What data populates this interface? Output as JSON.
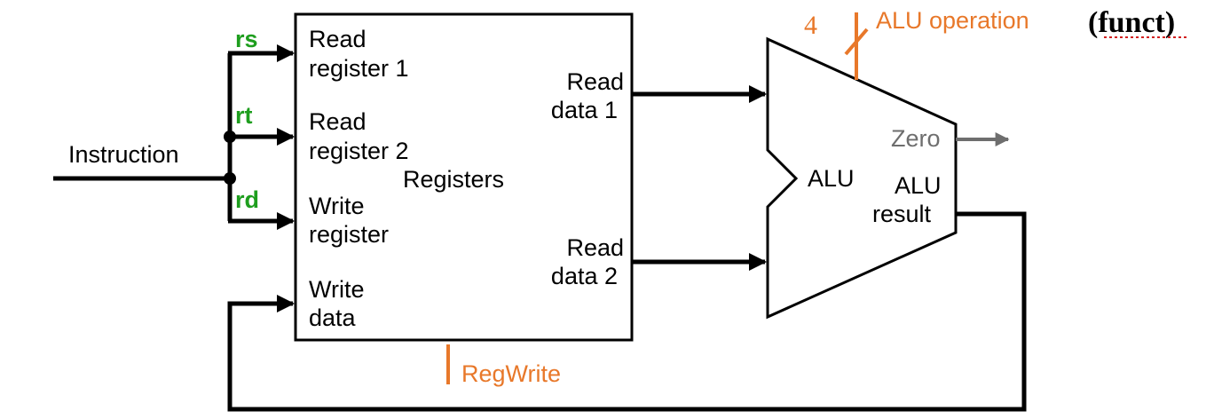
{
  "colors": {
    "wire": "#000000",
    "field_label": "#1e9e1e",
    "control": "#e8782a",
    "zero_output": "#6e6e6e"
  },
  "inputs": {
    "instruction": "Instruction",
    "rs": "rs",
    "rt": "rt",
    "rd": "rd"
  },
  "registers": {
    "name": "Registers",
    "read_register_1": [
      "Read",
      "register 1"
    ],
    "read_register_2": [
      "Read",
      "register 2"
    ],
    "write_register": [
      "Write",
      "register"
    ],
    "write_data": [
      "Write",
      "data"
    ],
    "read_data_1": [
      "Read",
      "data 1"
    ],
    "read_data_2": [
      "Read",
      "data 2"
    ],
    "control": "RegWrite"
  },
  "alu": {
    "name": "ALU",
    "zero": "Zero",
    "result": [
      "ALU",
      "result"
    ],
    "control": "ALU operation",
    "control_width": "4",
    "funct": "(funct)"
  }
}
